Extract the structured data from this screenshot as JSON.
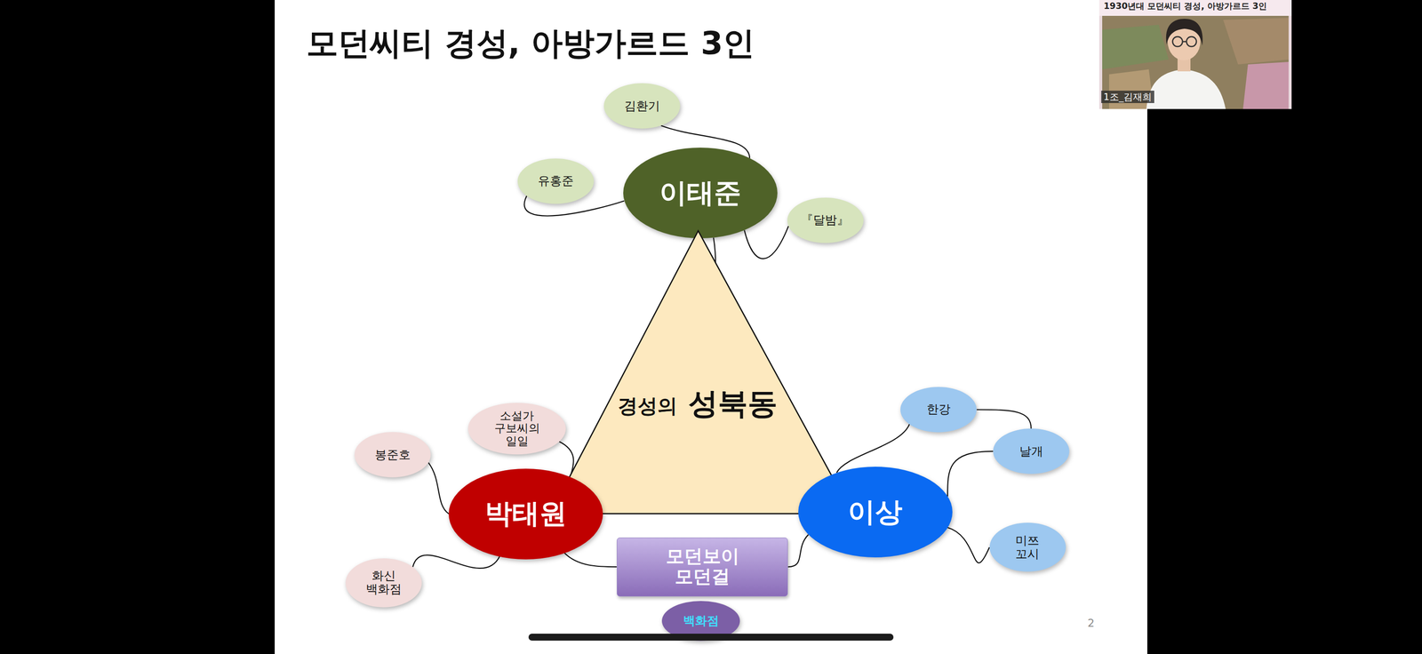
{
  "diagram": {
    "title": "모던씨티 경성, 아방가르드 3인",
    "nodes": [
      {
        "text": [
          "김환기"
        ]
      },
      {
        "text": [
          "유홍준"
        ]
      },
      {
        "text": [
          "이태준"
        ]
      },
      {
        "text": [
          "『달밤』"
        ]
      },
      {
        "text": [
          "경성의",
          "성북동"
        ]
      },
      {
        "text": [
          "소설가 구보씨의 일일"
        ]
      },
      {
        "text": [
          "봉준호"
        ]
      },
      {
        "text": [
          "한강"
        ]
      },
      {
        "text": [
          "날개"
        ]
      },
      {
        "text": [
          "박태원"
        ]
      },
      {
        "text": [
          "이상"
        ]
      },
      {
        "text": [
          "미쯔 꼬시"
        ]
      },
      {
        "text": [
          "화신 백화점"
        ]
      },
      {
        "text": [
          "모던보이 모던걸"
        ]
      },
      {
        "text": [
          "백화점"
        ]
      }
    ],
    "edges": [
      {
        "from": 0,
        "to": 2,
        "arrow": "none"
      },
      {
        "from": 1,
        "to": 2,
        "arrow": "none"
      },
      {
        "from": 3,
        "to": 2,
        "arrow": "none"
      },
      {
        "from": 2,
        "to": 4,
        "arrow": "none"
      },
      {
        "from": 5,
        "to": 9,
        "arrow": "none"
      },
      {
        "from": 6,
        "to": 9,
        "arrow": "none"
      },
      {
        "from": 9,
        "to": 4,
        "arrow": "none"
      },
      {
        "from": 7,
        "to": 8,
        "arrow": "none"
      },
      {
        "from": 7,
        "to": 10,
        "arrow": "none"
      },
      {
        "from": 8,
        "to": 10,
        "arrow": "none"
      },
      {
        "from": 10,
        "to": 4,
        "arrow": "none"
      },
      {
        "from": 11,
        "to": 10,
        "arrow": "none"
      },
      {
        "from": 12,
        "to": 9,
        "arrow": "none"
      },
      {
        "from": 13,
        "to": 9,
        "arrow": "none"
      },
      {
        "from": 13,
        "to": 10,
        "arrow": "none"
      }
    ],
    "labels": [
      "1930년대 모던씨티 경성, 아방가르드 3인",
      "1조_김재희",
      "2"
    ]
  }
}
